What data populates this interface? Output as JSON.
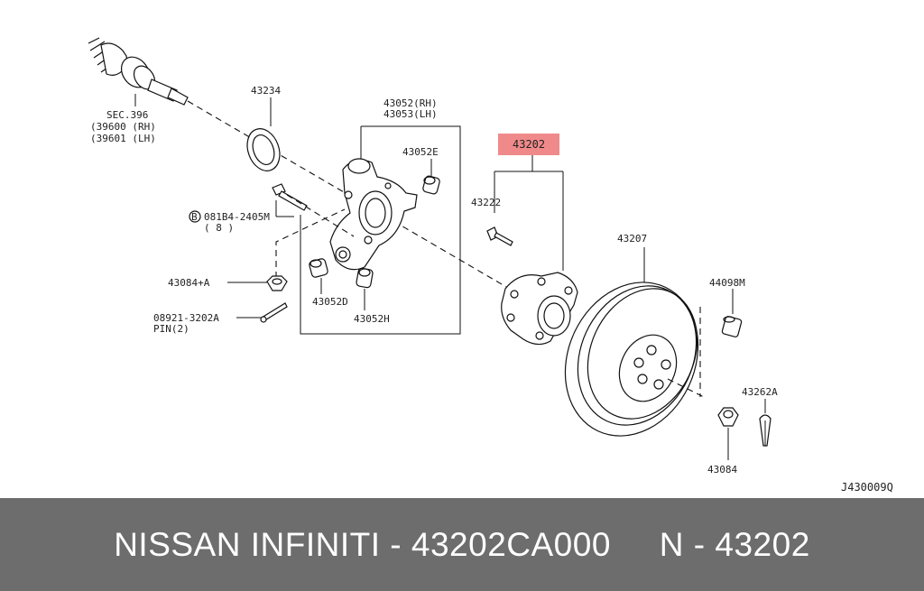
{
  "diagram": {
    "labels": {
      "sec396": "SEC.396",
      "sec396_rh": "(39600 (RH)",
      "sec396_lh": "(39601 (LH)",
      "p43234": "43234",
      "p43052rh": "43052(RH)",
      "p43053lh": "43053(LH)",
      "p43052e": "43052E",
      "p43202": "43202",
      "p43222": "43222",
      "bolt_circle": "B",
      "bolt_code": "081B4-2405M",
      "bolt_qty": "( 8 )",
      "p43084a": "43084+A",
      "p43052d": "43052D",
      "p43052h": "43052H",
      "pin_code": "08921-3202A",
      "pin_qty": "PIN(2)",
      "p43207": "43207",
      "p44098m": "44098M",
      "p43262a": "43262A",
      "p43084": "43084",
      "diagram_code": "J430009Q"
    },
    "highlight_color": "#f08a8a"
  },
  "footer": {
    "text": "NISSAN INFINITI - 43202CA000     N - 43202"
  }
}
